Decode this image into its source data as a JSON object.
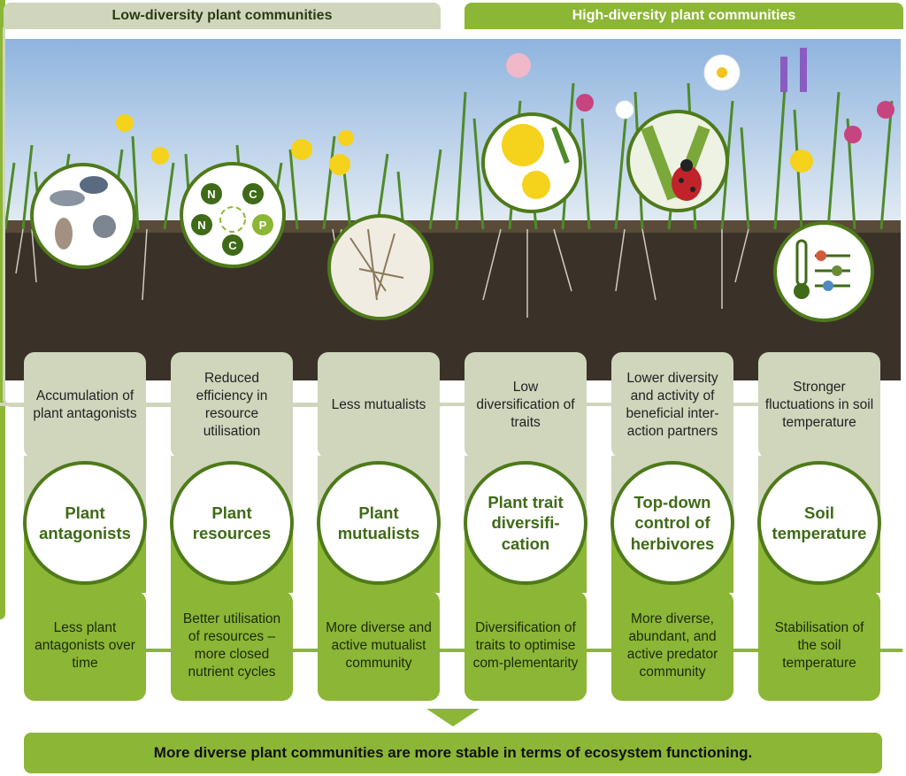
{
  "header": {
    "low": "Low-diversity plant communities",
    "high": "High-diversity plant communities"
  },
  "columns": [
    {
      "top": "Accumulation of plant antagonists",
      "circle": "Plant antagonists",
      "bottom": "Less plant antagonists over time"
    },
    {
      "top": "Reduced efficiency in resource utilisation",
      "circle": "Plant resources",
      "bottom": "Better utilisation of resources – more closed nutrient cycles"
    },
    {
      "top": "Less mutualists",
      "circle": "Plant mutualists",
      "bottom": "More diverse and active mutualist community"
    },
    {
      "top": "Low diversification of traits",
      "circle": "Plant trait diversifi-cation",
      "bottom": "Diversification of traits to optimise com-plementarity"
    },
    {
      "top": "Lower diversity and activity of beneficial inter-action partners",
      "circle": "Top-down control of herbivores",
      "bottom": "More diverse, abundant, and active predator community"
    },
    {
      "top": "Stronger fluctuations in soil temperature",
      "circle": "Soil temperature",
      "bottom": "Stabilisation of the soil temperature"
    }
  ],
  "nutrient_cycle": [
    "N",
    "C",
    "P",
    "C",
    "N"
  ],
  "conclusion": "More diverse plant communities are more stable in terms of ecosystem functioning.",
  "colors": {
    "light": "#cfd6bc",
    "green": "#8cb635",
    "dark": "#3f6a17",
    "soil": "#3a3228",
    "sky": "#a9c7e6"
  }
}
